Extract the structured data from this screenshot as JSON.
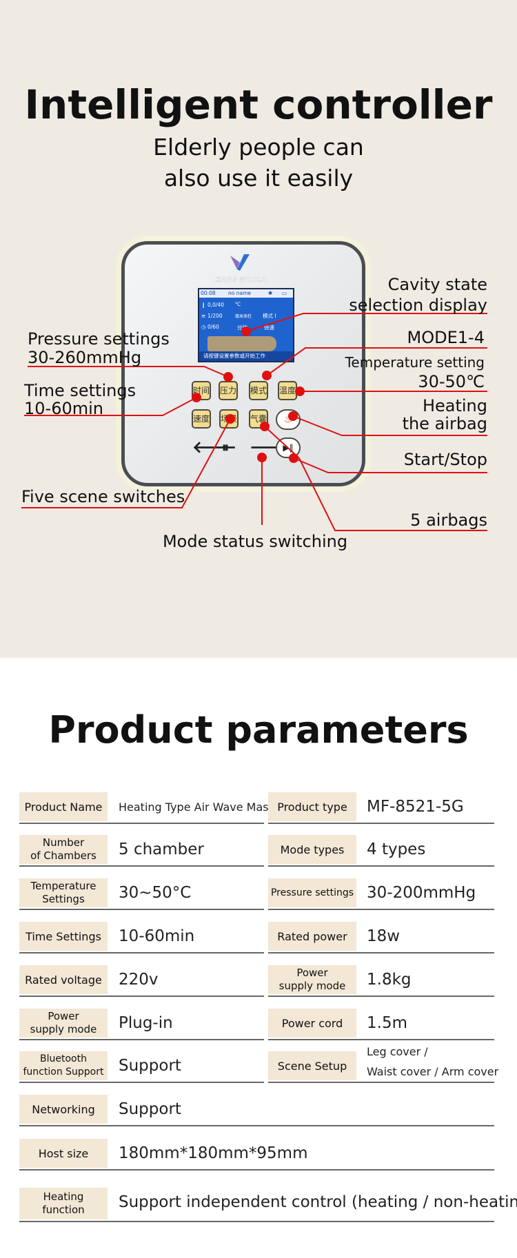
{
  "controller": {
    "title": "Intelligent controller",
    "subtitle_line1": "Elderly people can",
    "subtitle_line2": "also use it easily",
    "brand": "KANG WORLD",
    "screen": {
      "time": "00:08",
      "name": "no name",
      "row1": "0,0/40",
      "row1_unit": "℃",
      "row2": "1/200",
      "row2_unit": "毫米汞柱",
      "row2_mode": "模式 I",
      "row3": "0/60",
      "row3_unit": "分钟",
      "row3_speed": "快速",
      "bottom_hint": "请按键设置参数或开始工作"
    },
    "keys": {
      "time": "时间",
      "pressure": "压力",
      "mode": "模式",
      "temperature": "温度",
      "speed": "速度",
      "scene": "场景",
      "airbag": "气囊"
    },
    "annotations": {
      "cavity_line1": "Cavity state",
      "cavity_line2": "selection display",
      "mode": "MODE1-4",
      "temp_line1": "Temperature setting",
      "temp_line2": "30-50℃",
      "heating_line1": "Heating",
      "heating_line2": "the airbag",
      "start_stop": "Start/Stop",
      "airbags": "5 airbags",
      "pressure_line1": "Pressure settings",
      "pressure_line2": "30-260mmHg",
      "time_line1": "Time settings",
      "time_line2": "10-60min",
      "scene": "Five scene switches",
      "mode_status": "Mode status switching"
    },
    "marker_color": "#e01010"
  },
  "params": {
    "title": "Product parameters",
    "rows": [
      {
        "l1": "Product Name",
        "v1": "Heating Type Air Wave Massager",
        "l2": "Product type",
        "v2": "MF-8521-5G"
      },
      {
        "l1": "Number\nof Chambers",
        "v1": "5 chamber",
        "l2": "Mode types",
        "v2": "4 types"
      },
      {
        "l1": "Temperature\nSettings",
        "v1": "30~50°C",
        "l2": "Pressure settings",
        "v2": "30-200mmHg"
      },
      {
        "l1": "Time Settings",
        "v1": "10-60min",
        "l2": "Rated power",
        "v2": "18w"
      },
      {
        "l1": "Rated voltage",
        "v1": "220v",
        "l2": "Power\nsupply mode",
        "v2": "1.8kg"
      },
      {
        "l1": "Power\nsupply mode",
        "v1": "Plug-in",
        "l2": "Power cord",
        "v2": "1.5m"
      },
      {
        "l1": "Bluetooth\nfunction Support",
        "v1": "Support",
        "l2": "Scene Setup",
        "v2": "Leg cover /\nWaist cover / Arm cover"
      },
      {
        "l1": "Networking",
        "v1": "Support"
      },
      {
        "l1": "Host size",
        "v1": "180mm*180mm*95mm"
      },
      {
        "l1": "Heating\nfunction",
        "v1": "Support independent control (heating / non-heating)"
      }
    ]
  }
}
